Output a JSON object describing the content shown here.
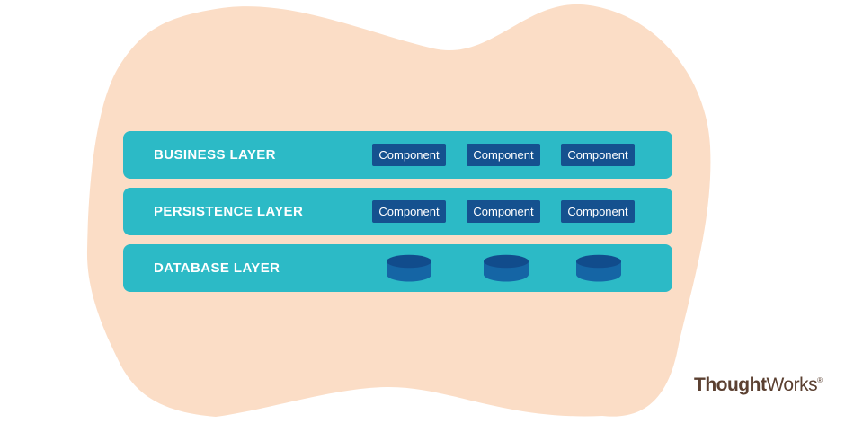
{
  "colors": {
    "blob": "#FBDDC6",
    "layer_bar": "#2CBAC6",
    "component": "#15518F",
    "db_top": "#114C8C",
    "db_body": "#1565A5",
    "logo": "#5B4031",
    "text_on_teal": "#FFFFFF"
  },
  "layers": [
    {
      "label": "BUSINESS LAYER",
      "components": [
        "Component",
        "Component",
        "Component"
      ]
    },
    {
      "label": "PERSISTENCE LAYER",
      "components": [
        "Component",
        "Component",
        "Component"
      ]
    },
    {
      "label": "DATABASE LAYER",
      "database_count": 3
    }
  ],
  "logo": {
    "bold": "Thought",
    "regular": "Works",
    "registered_mark": "®"
  }
}
